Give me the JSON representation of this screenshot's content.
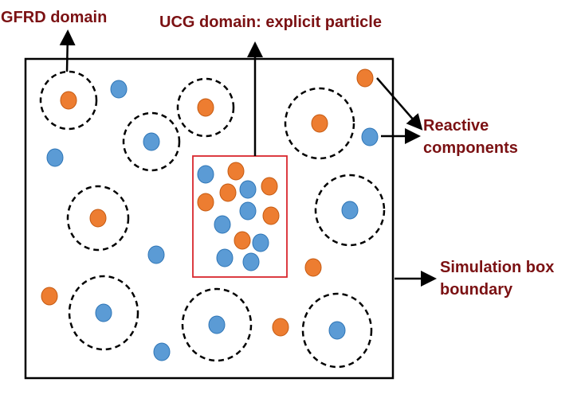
{
  "labels": {
    "gfrd": "GFRD domain",
    "ucg": "UCG domain: explicit particle",
    "reactive_line1": "Reactive",
    "reactive_line2": "components",
    "sim_line1": "Simulation box",
    "sim_line2": "boundary"
  },
  "colors": {
    "label_text": "#7b1113",
    "orange_fill": "#ed7d31",
    "orange_stroke": "#c55a11",
    "blue_fill": "#5b9bd5",
    "blue_stroke": "#2e75b6",
    "ucg_box_stroke": "#d9272e",
    "box_stroke": "#000000",
    "domain_stroke": "#000000"
  },
  "particle_types": [
    "orange",
    "blue"
  ]
}
